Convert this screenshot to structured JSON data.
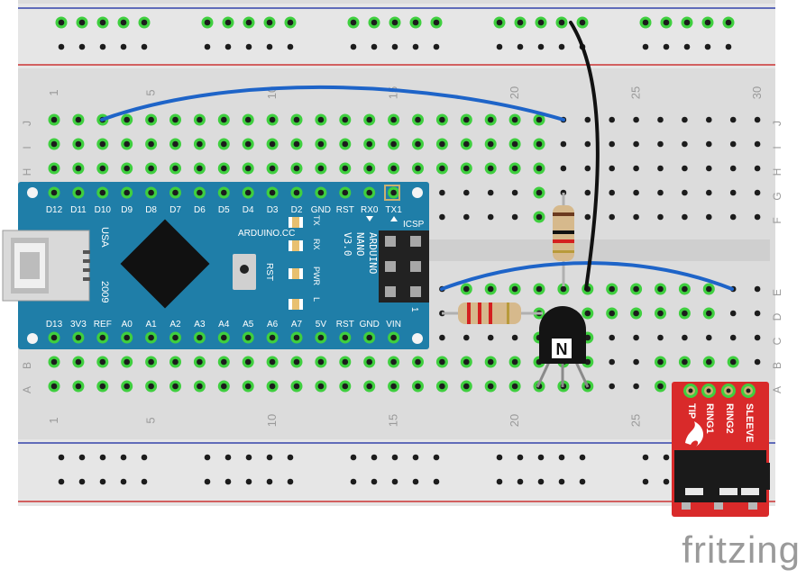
{
  "breadboard": {
    "row_letters_top": [
      "J",
      "I",
      "H",
      "G",
      "F"
    ],
    "row_letters_bottom": [
      "E",
      "D",
      "C",
      "B",
      "A"
    ],
    "column_numbers": [
      "1",
      "5",
      "10",
      "15",
      "20",
      "25",
      "30"
    ],
    "colors": {
      "board": "#dcdcdc",
      "rail": "#e6e6e6",
      "rail_red": "#cc3333",
      "rail_blue": "#3344aa",
      "active_hole": "#3fcf3f"
    }
  },
  "arduino": {
    "pins_top": [
      "D12",
      "D11",
      "D10",
      "D9",
      "D8",
      "D7",
      "D6",
      "D5",
      "D4",
      "D3",
      "D2",
      "GND",
      "RST",
      "RX0",
      "TX1"
    ],
    "pins_bottom": [
      "D13",
      "3V3",
      "REF",
      "A0",
      "A1",
      "A2",
      "A3",
      "A4",
      "A5",
      "A6",
      "A7",
      "5V",
      "RST",
      "GND",
      "VIN"
    ],
    "brand": "ARDUINO.CC",
    "model_lines": [
      "ARDUINO",
      "NANO",
      "V3.0"
    ],
    "led_labels": [
      "TX",
      "RX",
      "PWR",
      "L"
    ],
    "usb_text": "USA",
    "year_text": "2009",
    "reset_label": "RST",
    "icsp_label": "ICSP",
    "icsp_pin1": "1",
    "board_color": "#1f7ea8"
  },
  "transistor": {
    "label": "N"
  },
  "audio_jack": {
    "pin_labels": [
      "TIP",
      "RING1",
      "RING2",
      "SLEEVE"
    ],
    "board_color": "#d92a2a"
  },
  "wires": {
    "blue": "#1e64c8",
    "black": "#111111"
  },
  "watermark": {
    "text": "fritzing"
  }
}
